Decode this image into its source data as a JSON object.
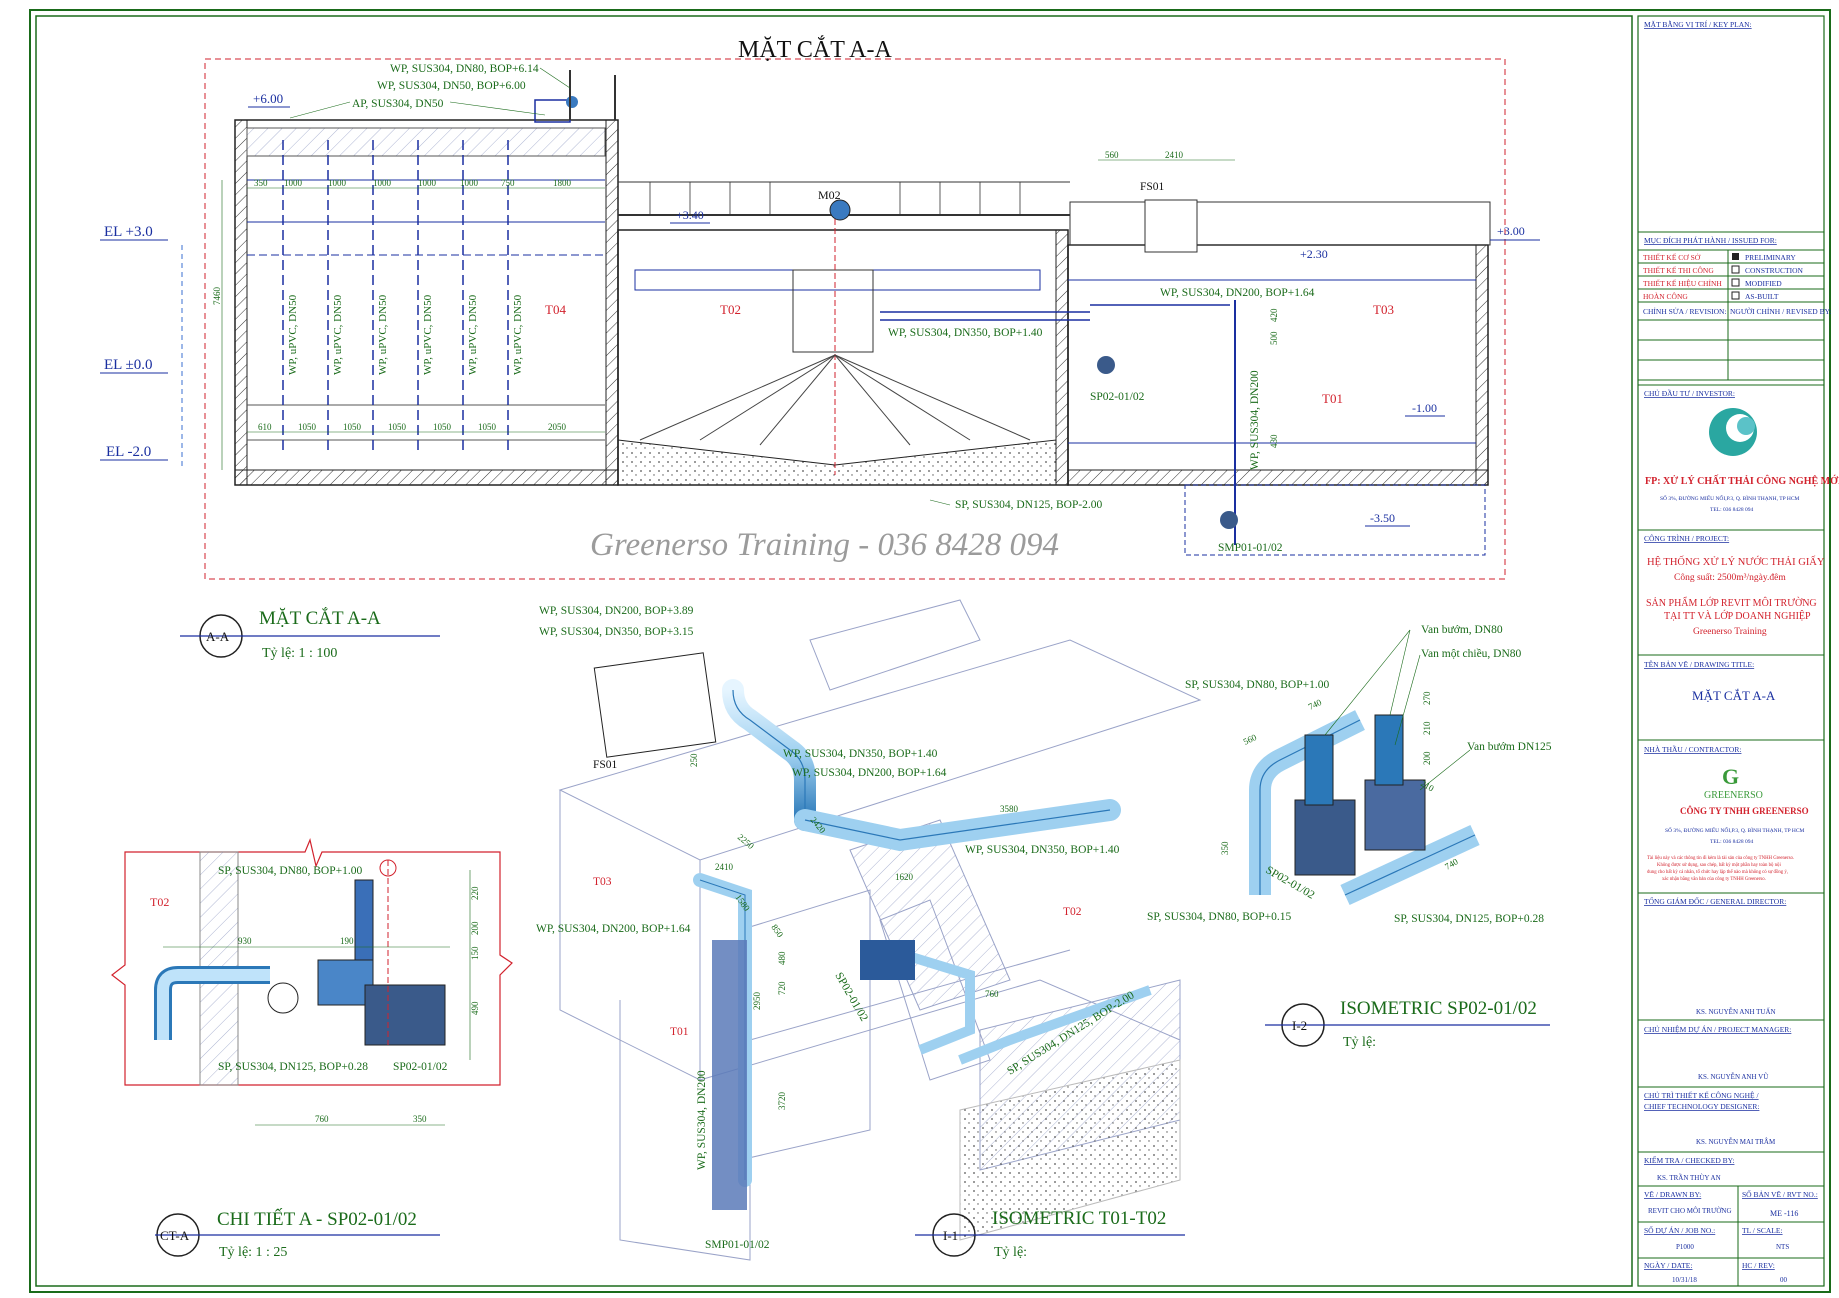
{
  "section_aa": {
    "title": "MẶT CẮT A-A",
    "elevations": [
      "EL +3.0",
      "EL ±0.0",
      "EL -2.0"
    ],
    "levels": [
      "+6.00",
      "+3.40",
      "+3.00",
      "+2.30",
      "-1.00",
      "-3.50"
    ],
    "pipe_labels": [
      "WP, SUS304, DN80, BOP+6.14",
      "WP, SUS304, DN50, BOP+6.00",
      "AP, SUS304, DN50",
      "WP, SUS304, DN200, BOP+1.64",
      "WP, SUS304, DN350, BOP+1.40",
      "SP, SUS304, DN125, BOP-2.00",
      "WP, SUS304, DN200"
    ],
    "vertical_pipe_label": "WP, uPVC, DN50",
    "tank_labels": [
      "T04",
      "T02",
      "T03",
      "T01"
    ],
    "equipment_labels": [
      "M02",
      "FS01",
      "SP02-01/02",
      "SMP01-01/02"
    ],
    "dim_top": [
      "350",
      "1000",
      "1000",
      "1000",
      "1000",
      "1000",
      "750",
      "1800"
    ],
    "dim_bottom": [
      "610",
      "1050",
      "1050",
      "1050",
      "1050",
      "1050",
      "2050"
    ],
    "dim_misc": [
      "560",
      "2410",
      "7460",
      "420",
      "500",
      "430"
    ],
    "watermark": "Greenerso Training - 036 8428 094"
  },
  "callouts": [
    {
      "tag": "A-A",
      "title": "MẶT CẮT A-A",
      "scale": "Tỷ lệ:  1 : 100"
    },
    {
      "tag": "CT-A",
      "title": "CHI TIẾT A - SP02-01/02",
      "scale": "Tỷ lệ:  1 : 25"
    },
    {
      "tag": "I-1",
      "title": "ISOMETRIC T01-T02",
      "scale": "Tỷ lệ:"
    },
    {
      "tag": "I-2",
      "title": "ISOMETRIC SP02-01/02",
      "scale": "Tỷ lệ:"
    }
  ],
  "detail_a": {
    "tank": "T02",
    "labels": [
      "SP, SUS304, DN80, BOP+1.00",
      "SP, SUS304, DN125, BOP+0.28",
      "SP02-01/02"
    ],
    "dims": [
      "930",
      "190",
      "220",
      "200",
      "150",
      "490",
      "760",
      "350"
    ]
  },
  "iso_t01_t02": {
    "labels": [
      "WP, SUS304, DN200, BOP+3.89",
      "WP, SUS304, DN350, BOP+3.15",
      "FS01",
      "WP, SUS304, DN350, BOP+1.40",
      "WP, SUS304, DN200, BOP+1.64",
      "WP, SUS304, DN350, BOP+1.40",
      "T03",
      "T02",
      "WP, SUS304, DN200, BOP+1.64",
      "T01",
      "WP, SUS304, DN200",
      "SP02-01/02",
      "SP, SUS304, DN125, BOP-2.00",
      "SMP01-01/02"
    ],
    "dims": [
      "2250",
      "2410",
      "2420",
      "3580",
      "1620",
      "1580",
      "850",
      "2950",
      "3720",
      "720",
      "480",
      "250",
      "760"
    ]
  },
  "iso_sp02": {
    "labels": [
      "Van bướm, DN80",
      "Van một chiều, DN80",
      "SP, SUS304, DN80, BOP+1.00",
      "Van bướm DN125",
      "SP02-01/02",
      "SP, SUS304, DN80, BOP+0.15",
      "SP, SUS304, DN125, BOP+0.28"
    ],
    "dims": [
      "740",
      "560",
      "270",
      "210",
      "200",
      "350",
      "740",
      "210"
    ]
  },
  "title_block": {
    "key_plan": "MẶT BẰNG VỊ TRÍ / KEY PLAN:",
    "issued_for": "MỤC ĐÍCH PHÁT HÀNH / ISSUED FOR:",
    "issue_rows": [
      {
        "vn": "THIẾT KẾ CƠ SỞ",
        "en": "PRELIMINARY",
        "checked": true
      },
      {
        "vn": "THIẾT KẾ THI CÔNG",
        "en": "CONSTRUCTION",
        "checked": false
      },
      {
        "vn": "THIẾT KẾ HIỆU CHỈNH",
        "en": "MODIFIED",
        "checked": false
      },
      {
        "vn": "HOÀN CÔNG",
        "en": "AS-BUILT",
        "checked": false
      }
    ],
    "revision": "CHỈNH SỬA / REVISION:",
    "revised_by": "NGƯỜI CHỈNH / REVISED BY:",
    "investor_label": "CHỦ ĐẦU TƯ / INVESTOR:",
    "investor_name": "FP: XỬ LÝ CHẤT THẢI CÔNG NGHỆ MỚI",
    "investor_addr": "SỐ 3%, ĐƯỜNG MIẾU NỔI,P.3, Q. BÌNH THẠNH, TP HCM",
    "investor_tel": "TEL: 036 8428 094",
    "project_label": "CÔNG TRÌNH / PROJECT:",
    "project_name": "HỆ THỐNG XỬ LÝ NƯỚC THẢI GIẤY",
    "capacity": "Công suất: 2500m³/ngày.đêm",
    "product_line1": "SẢN PHẨM LỚP REVIT MÔI TRƯỜNG",
    "product_line2": "TẠI TT VÀ LỚP DOANH NGHIỆP",
    "product_line3": "Greenerso Training",
    "drawing_title_label": "TÊN BẢN VẼ / DRAWING TITLE:",
    "drawing_title": "MẶT CẮT A-A",
    "contractor_label": "NHÀ THẦU / CONTRACTOR:",
    "contractor_logo": "GREENERSO",
    "contractor_name": "CÔNG TY TNHH GREENERSO",
    "contractor_addr": "SỐ 3%, ĐƯỜNG MIẾU NỔI,P.3, Q. BÌNH THẠNH, TP HCM",
    "contractor_tel": "TEL: 036 8428 094",
    "contractor_note": [
      "Tài liệu này và các thông tin đi kèm là tài sản của công ty TNHH Greenerso.",
      "Không được sử dụng, sao chép, bất kỳ một phần hay toàn bộ nội",
      "dung cho bất kỳ cá nhân, tổ chức hay lập thể nào mà không có sự đồng ý,",
      "xác nhận bằng văn bản của công ty TNHH Greenerso."
    ],
    "director_label": "TỔNG GIÁM ĐỐC / GENERAL DIRECTOR:",
    "director_name": "KS. NGUYỄN ANH TUẤN",
    "pm_label": "CHỦ NHIỆM DỰ ÁN / PROJECT MANAGER:",
    "pm_name": "KS. NGUYỄN ANH VŨ",
    "cto_label1": "CHỦ TRÌ THIẾT KẾ CÔNG NGHỆ /",
    "cto_label2": "CHIEF TECHNOLOGY DESIGNER:",
    "cto_name": "KS. NGUYỄN MAI TRÂM",
    "checked_label": "KIỂM TRA / CHECKED BY:",
    "checked_name": "KS. TRẦN THÙY AN",
    "drawn_label": "VẼ / DRAWN BY:",
    "drawn_value": "REVIT CHO MÔI TRƯỜNG",
    "sheet_label": "SỐ BẢN VẼ / RVT NO.:",
    "sheet_value": "ME -116",
    "job_label": "SỐ DỰ ÁN / JOB NO.:",
    "job_value": "P1000",
    "scale_label": "TL / SCALE:",
    "scale_value": "NTS",
    "date_label": "NGÀY / DATE:",
    "date_value": "10/31/18",
    "rev_label": "HC / REV:",
    "rev_value": "00"
  }
}
